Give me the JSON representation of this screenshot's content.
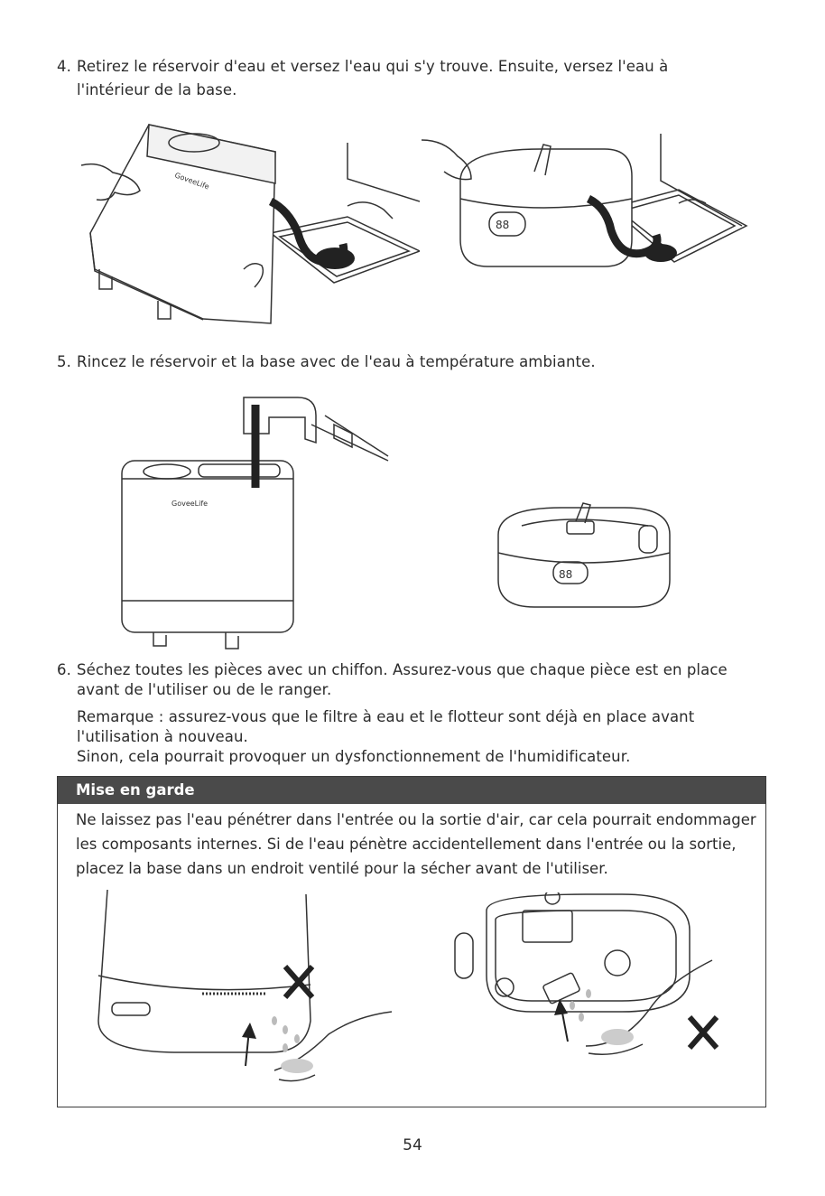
{
  "steps": [
    {
      "num": "4.",
      "text": "Retirez le réservoir d'eau et versez l'eau qui s'y trouve. Ensuite, versez l'eau à",
      "text2": "l'intérieur de la base."
    },
    {
      "num": "5.",
      "text": "Rincez le réservoir et la base avec de l'eau à température ambiante."
    },
    {
      "num": "6.",
      "text": "Séchez toutes les pièces avec un chiffon. Assurez-vous que chaque pièce est en place",
      "text2": "avant de l'utiliser ou de le ranger."
    }
  ],
  "note": {
    "line1": "Remarque : assurez-vous que le filtre à eau et le flotteur sont déjà en place avant",
    "line2": "l'utilisation à nouveau.",
    "line3": "Sinon, cela pourrait provoquer un dysfonctionnement de l'humidificateur."
  },
  "caution": {
    "title": "Mise en garde",
    "line1": "Ne laissez pas l'eau pénétrer dans l'entrée ou la sortie d'air, car cela pourrait endommager",
    "line2": "les composants internes. Si de l'eau pénètre accidentellement dans l'entrée ou la sortie,",
    "line3": "placez la base dans un endroit ventilé pour la sécher avant de l'utiliser."
  },
  "illustrations": {
    "brand_logo": "GoveeLife",
    "display_digits": "88",
    "icons": [
      "cross-icon",
      "arrow-icon"
    ]
  },
  "page_number": "54"
}
